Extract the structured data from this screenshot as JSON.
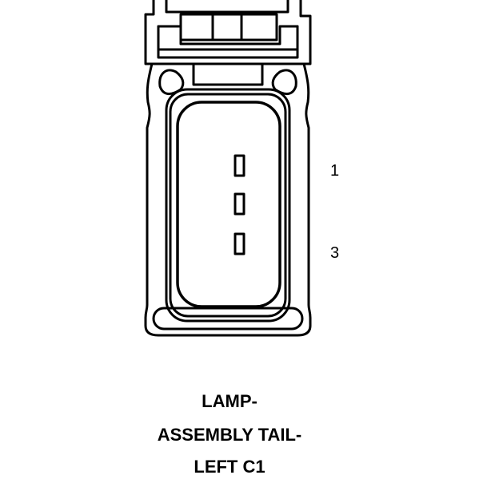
{
  "diagram": {
    "pin_labels": [
      "1",
      "3"
    ],
    "caption_lines": [
      "LAMP-",
      "ASSEMBLY TAIL-",
      "LEFT C1"
    ],
    "colors": {
      "line": "#000000",
      "background": "#ffffff"
    }
  }
}
